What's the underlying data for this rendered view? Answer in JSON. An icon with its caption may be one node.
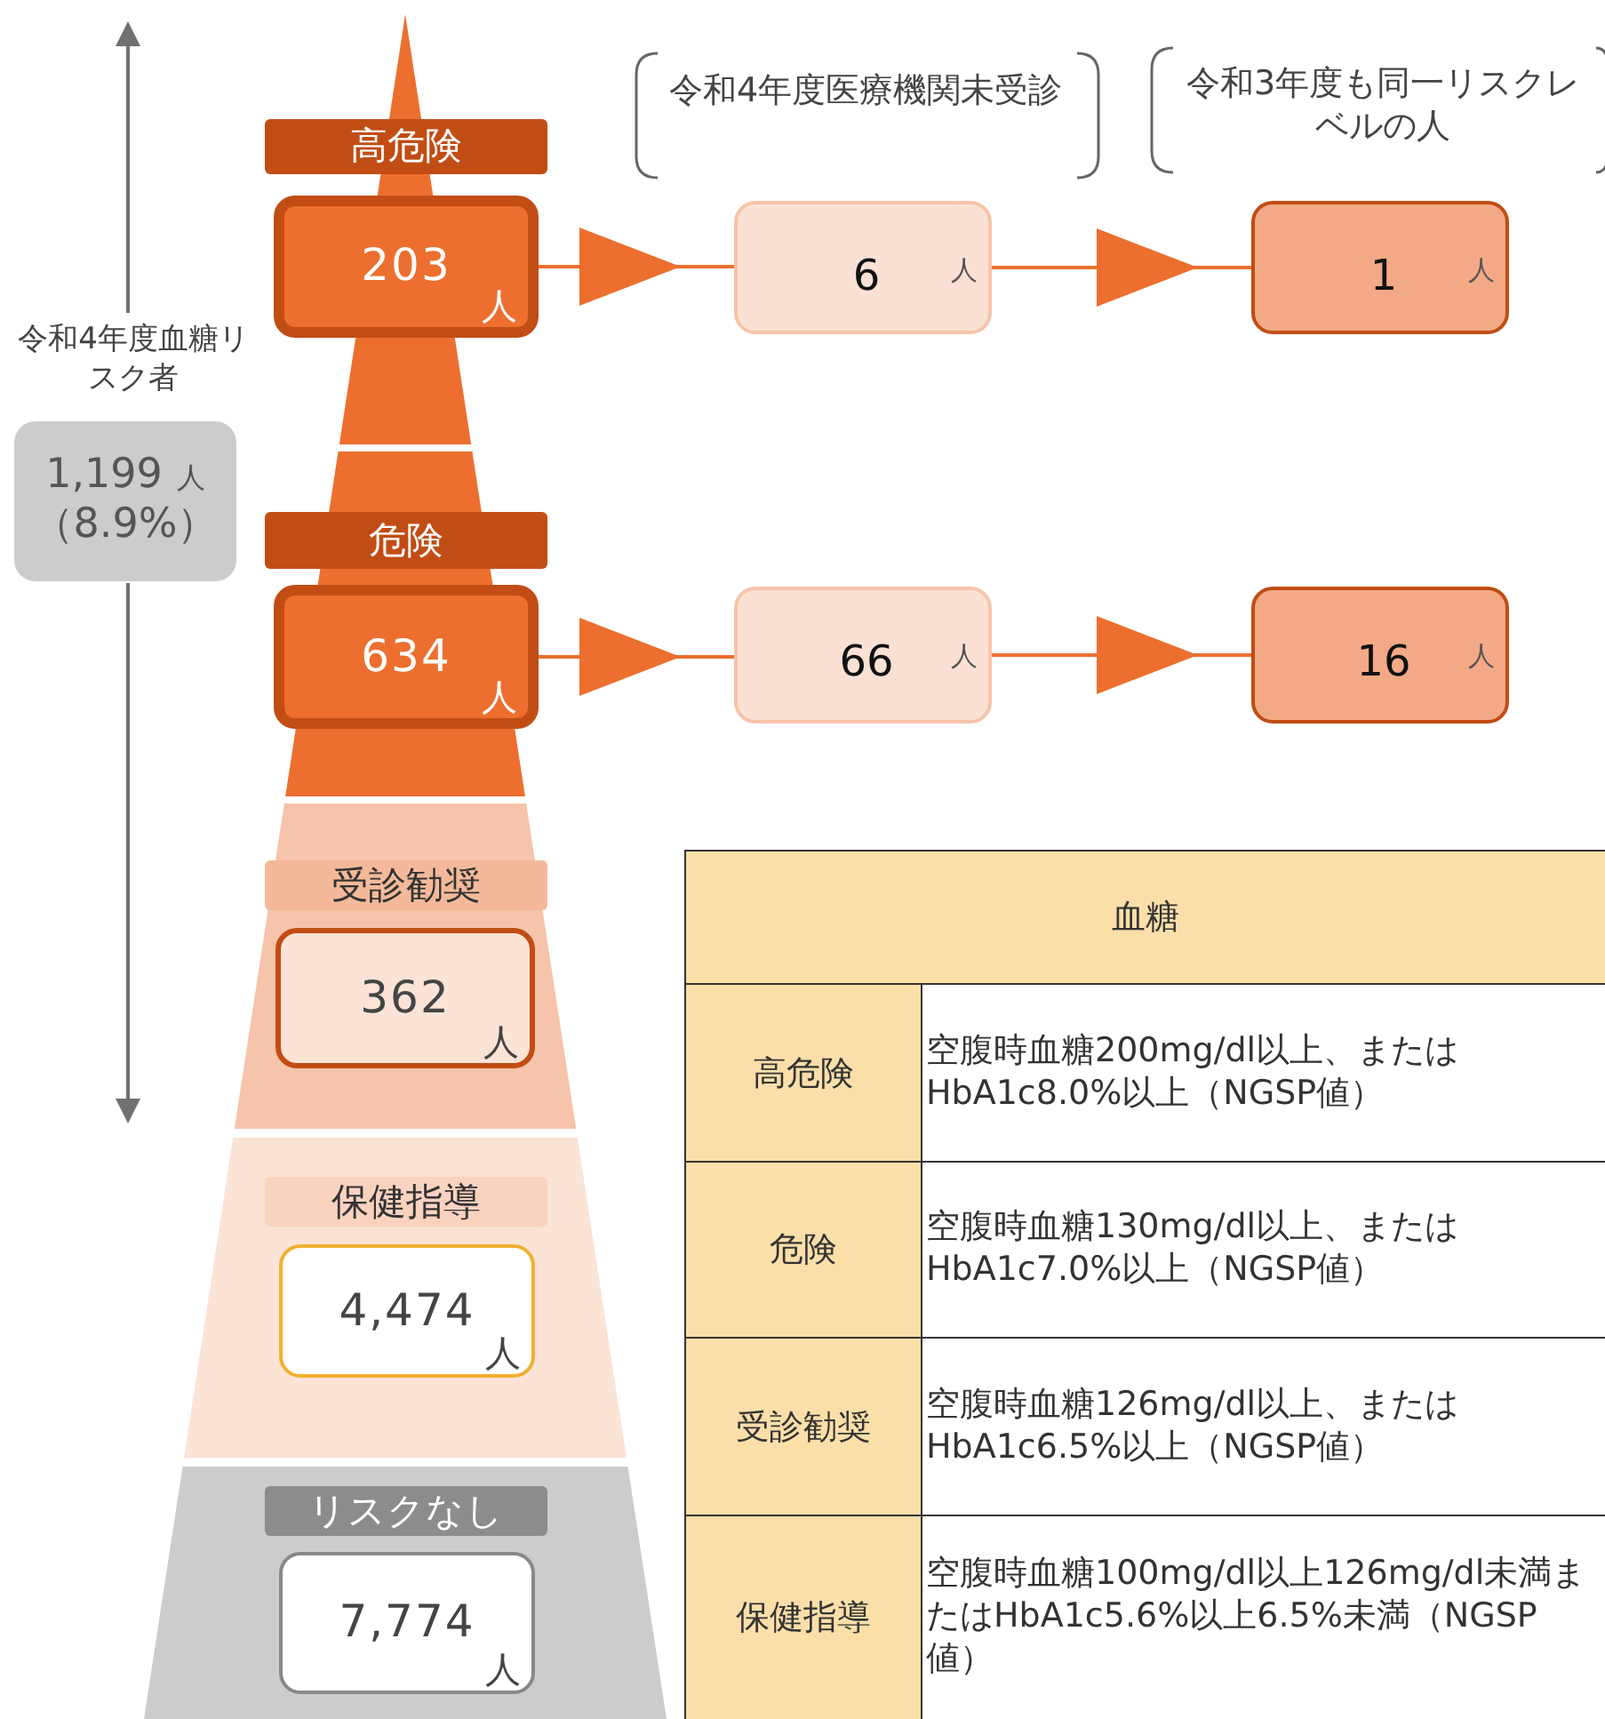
{
  "diagram": {
    "nodes": [
      {
        "text": [
          "高危険"
        ]
      },
      {
        "text": [
          "203",
          "人"
        ]
      },
      {
        "text": [
          "6",
          "人"
        ]
      },
      {
        "text": [
          "1",
          "人"
        ]
      },
      {
        "text": [
          "危険"
        ]
      },
      {
        "text": [
          "634",
          "人"
        ]
      },
      {
        "text": [
          "66",
          "人"
        ]
      },
      {
        "text": [
          "16",
          "人"
        ]
      },
      {
        "text": [
          "受診勧奨"
        ]
      },
      {
        "text": [
          "362",
          "人"
        ]
      },
      {
        "text": [
          "保健指導"
        ]
      },
      {
        "text": [
          "4,474",
          "人"
        ]
      },
      {
        "text": [
          "リスクなし"
        ]
      },
      {
        "text": [
          "7,774",
          "人"
        ]
      },
      {
        "text": [
          "令和4年度血糖リスク者",
          "1,199",
          "人",
          "（8.9%）"
        ]
      }
    ],
    "edges": [
      {
        "from": 1,
        "to": 2,
        "arrow": "to"
      },
      {
        "from": 2,
        "to": 3,
        "arrow": "to"
      },
      {
        "from": 5,
        "to": 6,
        "arrow": "to"
      },
      {
        "from": 6,
        "to": 7,
        "arrow": "to"
      }
    ],
    "labels": [
      "令和4年度医療機関未受診",
      "令和3年度も同一リスクレベルの人",
      "血糖",
      "高危険",
      "空腹時血糖200mg/dl以上、またはHbA1c8.0%以上（NGSP値）",
      "危険",
      "空腹時血糖130mg/dl以上、またはHbA1c7.0%以上（NGSP値）",
      "受診勧奨",
      "空腹時血糖126mg/dl以上、またはHbA1c6.5%以上（NGSP値）",
      "保健指導",
      "空腹時血糖100mg/dl以上126mg/dl未満またはHbA1c5.6%以上6.5%未満（NGSP値）"
    ]
  }
}
